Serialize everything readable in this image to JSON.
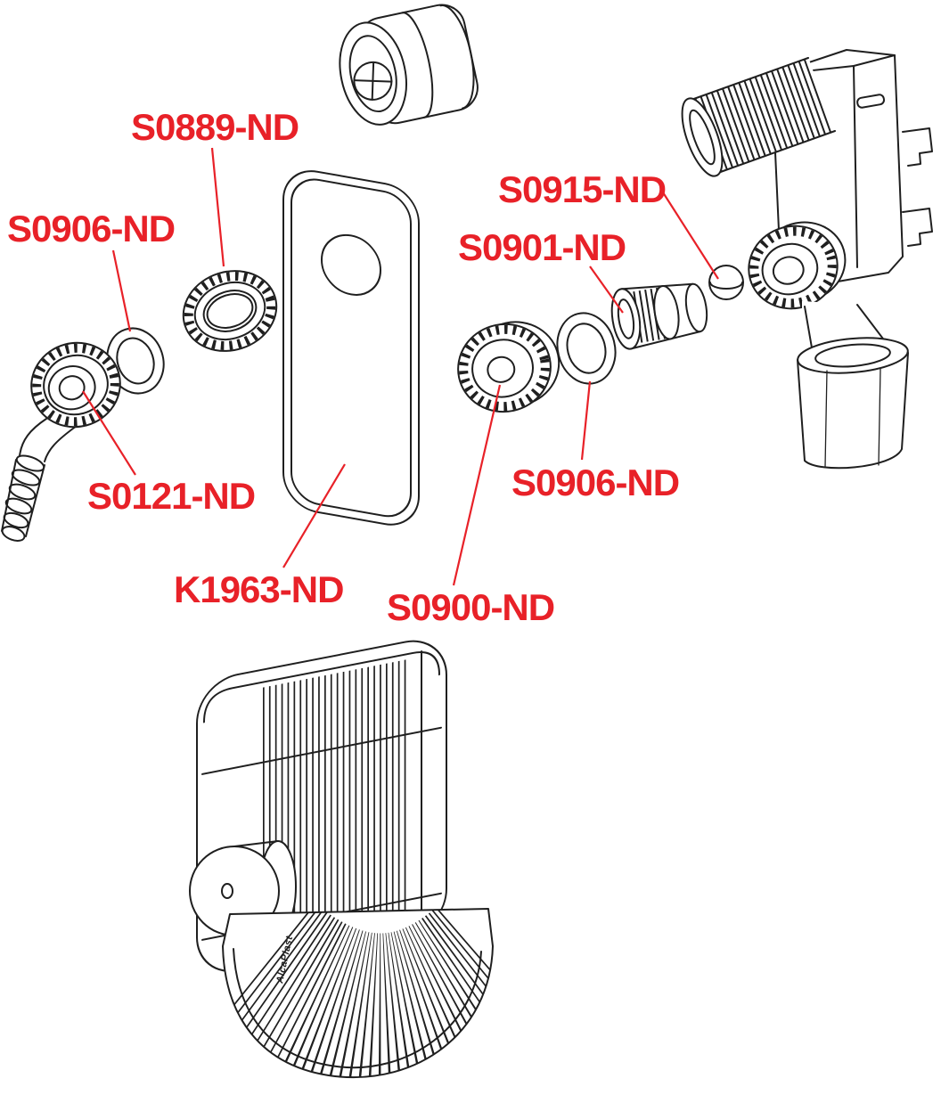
{
  "diagram": {
    "type": "exploded-parts-diagram",
    "ink_color": "#1f1f1f",
    "label_color": "#e82128",
    "background_color": "#ffffff",
    "brand": "AlcaPlast",
    "labels": {
      "s0889": "S0889-ND",
      "s0906_left": "S0906-ND",
      "s0915": "S0915-ND",
      "s0901": "S0901-ND",
      "s0121": "S0121-ND",
      "s0906_right": "S0906-ND",
      "k1963": "K1963-ND",
      "s0900": "S0900-ND"
    }
  }
}
